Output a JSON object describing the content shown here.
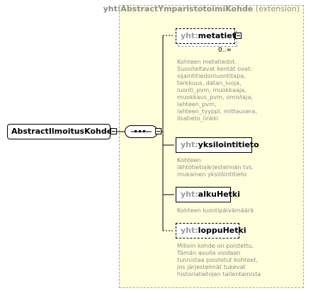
{
  "root_element": {
    "label": "AbstractIlmoitusKohde"
  },
  "extension": {
    "type_name": "yht:AbstractYmparistotoimiKohde",
    "suffix": "(extension)"
  },
  "elements": [
    {
      "prefix": "yht:",
      "name": "metatieto",
      "optional": true,
      "multiplicity": "0..∞",
      "doc": [
        "Kohteen metatiedot.",
        "Suositeltavat kentät ovat:",
        "sijaintitiedonluontitapa,",
        "tarkkuus, datan_luoja,",
        "luonti_pvm, muokkaaja,",
        "muokkaus_pvm, omistaja,",
        "lahteen_pvm,",
        "lahteen_tyyppi, mittausera,",
        "lisatieto_linkki"
      ]
    },
    {
      "prefix": "yht:",
      "name": "yksilointitieto",
      "optional": false,
      "multiplicity": "",
      "doc": [
        "Kohteen",
        "lähtötietojärjestelmän  tvs.",
        "mukainen yksilöintitieto"
      ]
    },
    {
      "prefix": "yht:",
      "name": "alkuHetki",
      "optional": false,
      "multiplicity": "",
      "doc": [
        "Kohteen luontipäivämäärä"
      ]
    },
    {
      "prefix": "yht:",
      "name": "loppuHetki",
      "optional": true,
      "multiplicity": "",
      "doc": [
        "Milloin kohde on poistettu.",
        "Tämän avulla voidaan",
        "tunnistaa poistetut kohteet,",
        "jos järjestelmät tukevat",
        "historiatietojen tallentamista"
      ]
    }
  ]
}
